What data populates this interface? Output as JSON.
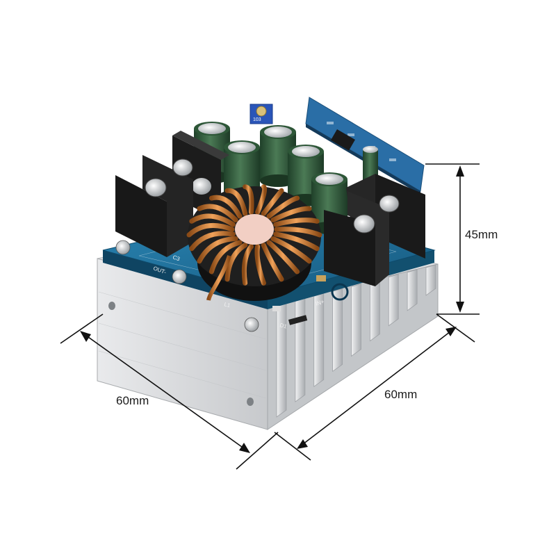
{
  "dimensions": {
    "height_label": "45mm",
    "width_left_label": "60mm",
    "width_right_label": "60mm"
  },
  "board_text": {
    "output_label": "OUT-",
    "input_label": "IN+",
    "inductor_label": "L1",
    "cap_label": "C3",
    "diode_label": "D1",
    "pot_label": "103"
  },
  "colors": {
    "pcb_blue": "#1f6f9a",
    "heatsink": "#d4d6d8",
    "capacitor": "#2f5a3a",
    "copper": "#c8742d",
    "terminal": "#1b1b1b"
  }
}
